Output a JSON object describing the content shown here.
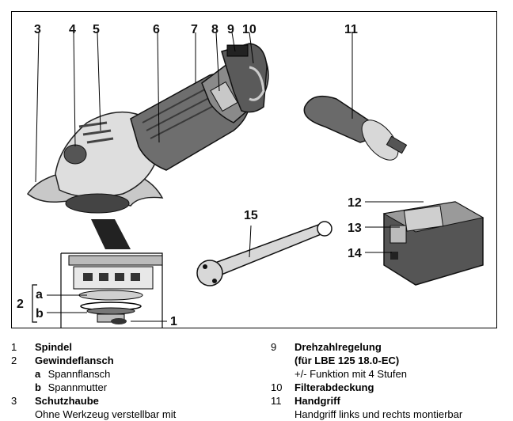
{
  "callouts": {
    "c1": "1",
    "c2": "2",
    "c3": "3",
    "c4": "4",
    "c5": "5",
    "c6": "6",
    "c7": "7",
    "c8": "8",
    "c9": "9",
    "c10": "10",
    "c11": "11",
    "c12": "12",
    "c13": "13",
    "c14": "14",
    "c15": "15",
    "ca": "a",
    "cb": "b"
  },
  "legend": {
    "left": [
      {
        "num": "1",
        "text": "Spindel"
      },
      {
        "num": "2",
        "text": "Gewindeflansch"
      },
      {
        "key": "a",
        "text": "Spannflansch"
      },
      {
        "key": "b",
        "text": "Spannmutter"
      },
      {
        "num": "3",
        "text": "Schutzhaube"
      },
      {
        "text": "Ohne Werkzeug verstellbar mit"
      }
    ],
    "right": [
      {
        "num": "9",
        "text": "Drehzahlregelung"
      },
      {
        "text": "(für LBE 125 18.0-EC)"
      },
      {
        "text": "+/- Funktion mit 4 Stufen"
      },
      {
        "num": "10",
        "text": "Filterabdeckung"
      },
      {
        "num": "11",
        "text": "Handgriff"
      },
      {
        "text": "Handgriff links und rechts montierbar"
      }
    ]
  },
  "colors": {
    "ink": "#000000",
    "tool_grey": "#8a8a8a",
    "dark": "#3a3a3a",
    "light": "#dcdcdc"
  }
}
